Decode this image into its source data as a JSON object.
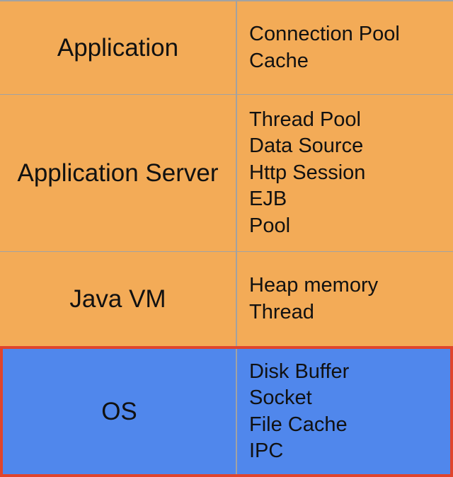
{
  "layers": [
    {
      "name": "Application",
      "items": [
        "Connection Pool",
        "Cache"
      ],
      "color": "#f3ab57",
      "highlighted": false
    },
    {
      "name": "Application Server",
      "items": [
        "Thread Pool",
        "Data Source",
        "Http Session",
        "EJB",
        "Pool"
      ],
      "color": "#f3ab57",
      "highlighted": false
    },
    {
      "name": "Java VM",
      "items": [
        "Heap memory",
        "Thread"
      ],
      "color": "#f3ab57",
      "highlighted": false
    },
    {
      "name": "OS",
      "items": [
        "Disk Buffer",
        "Socket",
        "File Cache",
        "IPC"
      ],
      "color": "#5087ec",
      "highlighted": true,
      "highlight_color": "#e0452d"
    }
  ]
}
